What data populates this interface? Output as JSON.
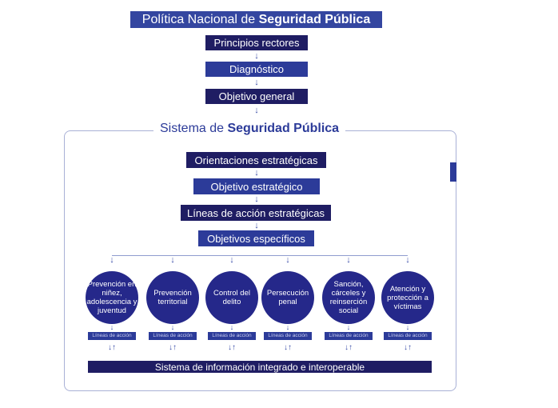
{
  "title": {
    "regular": "Política Nacional de ",
    "bold": "Seguridad Pública"
  },
  "top_steps": [
    "Principios rectores",
    "Diagnóstico",
    "Objetivo general"
  ],
  "system_title": {
    "regular": "Sistema de ",
    "bold": "Seguridad Pública"
  },
  "system_steps": [
    "Orientaciones estratégicas",
    "Objetivo estratégico",
    "Líneas de acción estratégicas",
    "Objetivos específicos"
  ],
  "axes": [
    {
      "label": "Prevención en niñez, adolescencia y juventud",
      "sub": "Líneas de acción"
    },
    {
      "label": "Prevención territorial",
      "sub": "Líneas de acción"
    },
    {
      "label": "Control del delito",
      "sub": "Líneas de acción"
    },
    {
      "label": "Persecución penal",
      "sub": "Líneas de acción"
    },
    {
      "label": "Sanción, cárceles y reinserción social",
      "sub": "Líneas de acción"
    },
    {
      "label": "Atención y protección a víctimas",
      "sub": "Líneas de acción"
    }
  ],
  "arrow_down": "↓",
  "arrow_bidirectional": "↓↑",
  "bottom_bar": "Sistema de información integrado e interoperable",
  "colors": {
    "dark": "#1f1d63",
    "blue": "#2c3b99",
    "circle": "#25288a",
    "frame": "#a9b1d6"
  }
}
